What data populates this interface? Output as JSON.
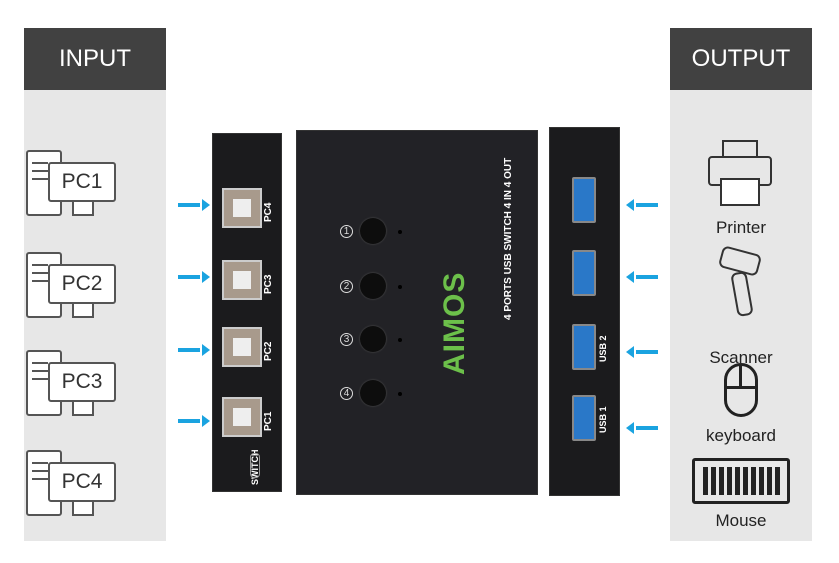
{
  "input": {
    "title": "INPUT",
    "pcs": [
      "PC1",
      "PC2",
      "PC3",
      "PC4"
    ]
  },
  "output": {
    "title": "OUTPUT",
    "devices": [
      "Printer",
      "Scanner",
      "keyboard",
      "Mouse"
    ]
  },
  "device": {
    "left_ports": [
      "PC4",
      "PC3",
      "PC2",
      "PC1"
    ],
    "switch_label": "SWITCH",
    "brand": "AIMOS",
    "caption": "4 PORTS USB SWITCH 4 IN 4 OUT",
    "buttons": [
      "1",
      "2",
      "3",
      "4"
    ],
    "right_ports": [
      "",
      "",
      "USB 2",
      "USB 1"
    ]
  },
  "colors": {
    "arrow": "#1aa3e0",
    "brand_green": "#6cc04a",
    "header": "#414141"
  }
}
